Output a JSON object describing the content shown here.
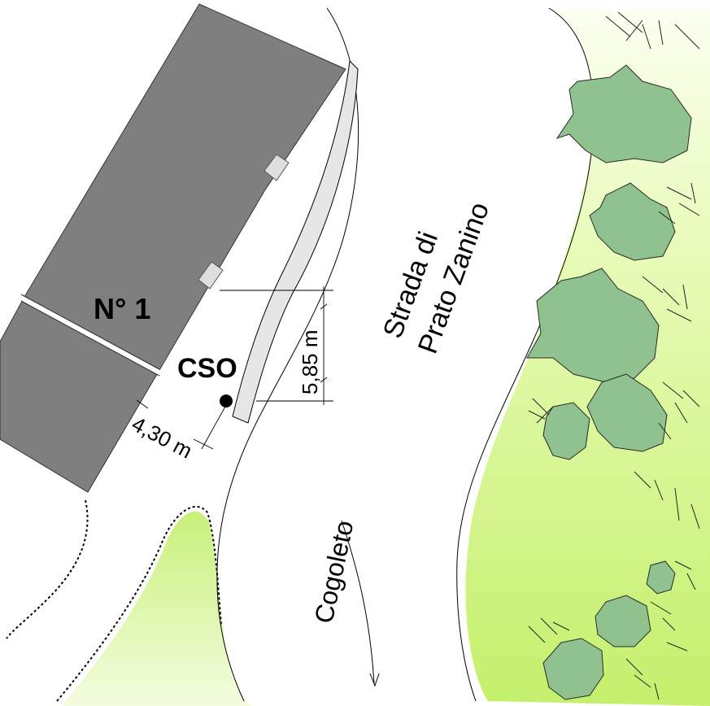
{
  "map": {
    "building_label": "N° 1",
    "point_label": "CSO",
    "road_name_line1": "Strada di",
    "road_name_line2": "Prato Zanino",
    "direction_label": "Cogoleto",
    "dimension_vertical": "5,85 m",
    "dimension_horizontal": "4,30 m"
  },
  "colors": {
    "building": "#7f7f7f",
    "sidewalk": "#e6e6e6",
    "green_area": "#c8f07a",
    "tree": "#8fc28e"
  }
}
